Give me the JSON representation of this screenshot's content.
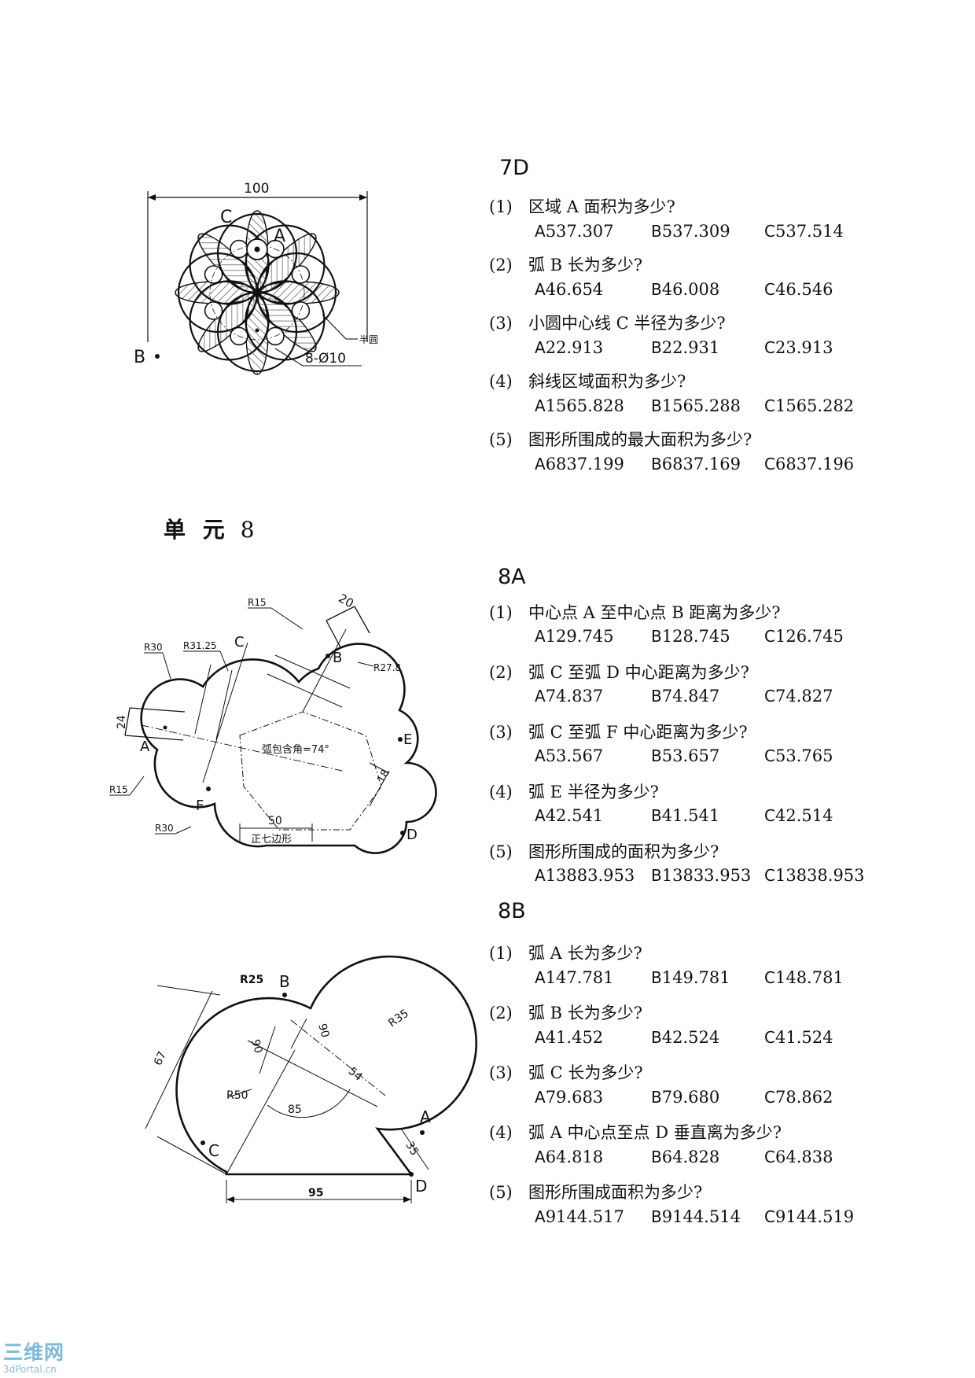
{
  "sections": {
    "s7d": {
      "title": "7D",
      "questions": [
        {
          "num": "(1)",
          "text": "区域 A 面积为多少?",
          "options": [
            {
              "letter": "A",
              "value": "537.307"
            },
            {
              "letter": "B",
              "value": "537.309"
            },
            {
              "letter": "C",
              "value": "537.514"
            }
          ]
        },
        {
          "num": "(2)",
          "text": "弧 B 长为多少?",
          "options": [
            {
              "letter": "A",
              "value": "46.654"
            },
            {
              "letter": "B",
              "value": "46.008"
            },
            {
              "letter": "C",
              "value": "46.546"
            }
          ]
        },
        {
          "num": "(3)",
          "text": "小圆中心线 C 半径为多少?",
          "options": [
            {
              "letter": "A",
              "value": "22.913"
            },
            {
              "letter": "B",
              "value": "22.931"
            },
            {
              "letter": "C",
              "value": "23.913"
            }
          ]
        },
        {
          "num": "(4)",
          "text": "斜线区域面积为多少?",
          "options": [
            {
              "letter": "A",
              "value": "1565.828"
            },
            {
              "letter": "B",
              "value": "1565.288"
            },
            {
              "letter": "C",
              "value": "1565.282"
            }
          ]
        },
        {
          "num": "(5)",
          "text": "图形所围成的最大面积为多少?",
          "options": [
            {
              "letter": "A",
              "value": "6837.199"
            },
            {
              "letter": "B",
              "value": "6837.169"
            },
            {
              "letter": "C",
              "value": "6837.196"
            }
          ]
        }
      ]
    },
    "unit": {
      "label": "单 元",
      "number": "8"
    },
    "s8a": {
      "title": "8A",
      "questions": [
        {
          "num": "(1)",
          "text": "中心点 A 至中心点 B 距离为多少?",
          "options": [
            {
              "letter": "A",
              "value": "129.745"
            },
            {
              "letter": "B",
              "value": "128.745"
            },
            {
              "letter": "C",
              "value": "126.745"
            }
          ]
        },
        {
          "num": "(2)",
          "text": "弧 C 至弧 D 中心距离为多少?",
          "options": [
            {
              "letter": "A",
              "value": "74.837"
            },
            {
              "letter": "B",
              "value": "74.847"
            },
            {
              "letter": "C",
              "value": "74.827"
            }
          ]
        },
        {
          "num": "(3)",
          "text": "弧 C 至弧 F 中心距离为多少?",
          "options": [
            {
              "letter": "A",
              "value": "53.567"
            },
            {
              "letter": "B",
              "value": "53.657"
            },
            {
              "letter": "C",
              "value": "53.765"
            }
          ]
        },
        {
          "num": "(4)",
          "text": "弧 E 半径为多少?",
          "options": [
            {
              "letter": "A",
              "value": "42.541"
            },
            {
              "letter": "B",
              "value": "41.541"
            },
            {
              "letter": "C",
              "value": "42.514"
            }
          ]
        },
        {
          "num": "(5)",
          "text": "图形所围成的面积为多少?",
          "options": [
            {
              "letter": "A",
              "value": "13883.953"
            },
            {
              "letter": "B",
              "value": "13833.953"
            },
            {
              "letter": "C",
              "value": "13838.953"
            }
          ]
        }
      ]
    },
    "s8b": {
      "title": "8B",
      "questions": [
        {
          "num": "(1)",
          "text": "弧 A 长为多少?",
          "options": [
            {
              "letter": "A",
              "value": "147.781"
            },
            {
              "letter": "B",
              "value": "149.781"
            },
            {
              "letter": "C",
              "value": "148.781"
            }
          ]
        },
        {
          "num": "(2)",
          "text": "弧 B 长为多少?",
          "options": [
            {
              "letter": "A",
              "value": "41.452"
            },
            {
              "letter": "B",
              "value": "42.524"
            },
            {
              "letter": "C",
              "value": "41.524"
            }
          ]
        },
        {
          "num": "(3)",
          "text": "弧 C 长为多少?",
          "options": [
            {
              "letter": "A",
              "value": "79.683"
            },
            {
              "letter": "B",
              "value": "79.680"
            },
            {
              "letter": "C",
              "value": "78.862"
            }
          ]
        },
        {
          "num": "(4)",
          "text": "弧 A 中心点至点 D 垂直离为多少?",
          "options": [
            {
              "letter": "A",
              "value": "64.818"
            },
            {
              "letter": "B",
              "value": "64.828"
            },
            {
              "letter": "C",
              "value": "64.838"
            }
          ]
        },
        {
          "num": "(5)",
          "text": "图形所围成面积为多少?",
          "options": [
            {
              "letter": "A",
              "value": "9144.517"
            },
            {
              "letter": "B",
              "value": "9144.514"
            },
            {
              "letter": "C",
              "value": "9144.519"
            }
          ]
        }
      ]
    }
  },
  "figures": {
    "f7d": {
      "dim_width": "100",
      "label_a": "A",
      "label_b": "B",
      "label_c": "C",
      "note_semicircle": "半圆",
      "note_holes": "8-Ø10"
    },
    "f8a": {
      "r15_top": "R15",
      "dim_20": "20",
      "r30_left": "R30",
      "r31": "R31.25",
      "label_c": "C",
      "label_b": "B",
      "r27": "R27.8",
      "dim_24": "24",
      "label_a": "A",
      "note_arc": "弧包含角=74°",
      "label_e": "E",
      "dim_18": "18",
      "r15_left": "R15",
      "label_f": "F",
      "r30_bottom": "R30",
      "dim_50": "50",
      "note_heptagon": "正七边形",
      "label_d": "D"
    },
    "f8b": {
      "r25": "R25",
      "label_b": "B",
      "r35": "R35",
      "label_a": "A",
      "dim_67": "67",
      "dim_90a": "90",
      "dim_90b": "90",
      "dim_54": "54",
      "r50": "R50",
      "label_c": "C",
      "dim_85": "85",
      "dim_35": "35",
      "dim_95": "95",
      "label_d": "D"
    }
  },
  "brand": {
    "name": "三维网",
    "url": "3dPortal.cn"
  }
}
